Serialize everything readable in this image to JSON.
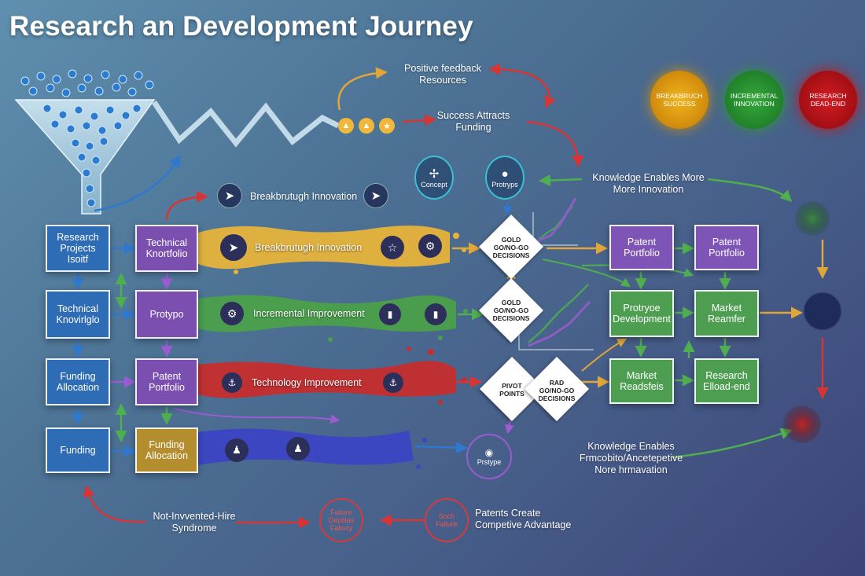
{
  "title": "Research an Development Journey",
  "top_labels": {
    "positive_feedback": "Positive feedback\nResources",
    "success_attracts": "Success Attracts\nFunding",
    "knowledge_enables_top": "Knowledge Enables More\nMore Innovation",
    "breakthrough_top": "Breakbrutugh Innovation"
  },
  "icons_top": {
    "concept": "Concept",
    "prototype": "Protryps"
  },
  "status_lights": [
    {
      "label": "BREAKBRUCH\nSUCCESS",
      "color": "#e0a20f",
      "icon": "amber-light"
    },
    {
      "label": "INCREMENTAL\nINNOVATION",
      "color": "#2e9a36",
      "icon": "green-light"
    },
    {
      "label": "RESEARCH\nDEAD-END",
      "color": "#c6161b",
      "icon": "red-light"
    }
  ],
  "left_column": [
    {
      "label": "Research\nProjects Isoitf",
      "style": "blue"
    },
    {
      "label": "Technical\nKnovirlglo",
      "style": "blue"
    },
    {
      "label": "Funding\nAllocation",
      "style": "blue"
    },
    {
      "label": "Funding",
      "style": "blue"
    }
  ],
  "second_column": [
    {
      "label": "Technical\nKnortfolio",
      "style": "purple"
    },
    {
      "label": "Protypo",
      "style": "purple"
    },
    {
      "label": "Patent\nPortfolio",
      "style": "purple"
    },
    {
      "label": "Funding\nAllocation",
      "style": "gold"
    }
  ],
  "streams": [
    {
      "label": "Breakbrutugh Innovation",
      "color": "#e6b33a"
    },
    {
      "label": "Incremental Improvement",
      "color": "#4aa04a"
    },
    {
      "label": "Technology Improvement",
      "color": "#c62d2d"
    },
    {
      "label": "",
      "color": "#3b44c4"
    }
  ],
  "decisions": [
    {
      "label": "GOLD\nGO/NO-GO\nDECISIONS"
    },
    {
      "label": "GOLD\nGO/NO-GO\nDECISIONS"
    },
    {
      "label": "PIVOT\nPOINTS"
    },
    {
      "label": "RAD\nGO/NO-GO\nDECISIONS"
    }
  ],
  "right_boxes": {
    "patent1": "Patent\nPortfolio",
    "patent2": "Patent\nPortfolio",
    "prototype_dev": "Protryoe\nDevelopment",
    "market_reamfer": "Market\nReamfer",
    "market_readsfeis": "Market\nReadsfeis",
    "research_dead_end": "Research\nElload-end"
  },
  "bottom": {
    "prototype_small": "Prstype",
    "not_invented": "Not-Invvented-Hire\nSyndrome",
    "failure": "Failure\nDeplitas\nFaliocy",
    "small_failure": "Soch\nFailure",
    "patents_create": "Patents Create\nCompetive Advantage",
    "knowledge_enables_bottom": "Knowledge Enables\nFrmcobito/Ancetepetive\nNore hrmavation"
  }
}
